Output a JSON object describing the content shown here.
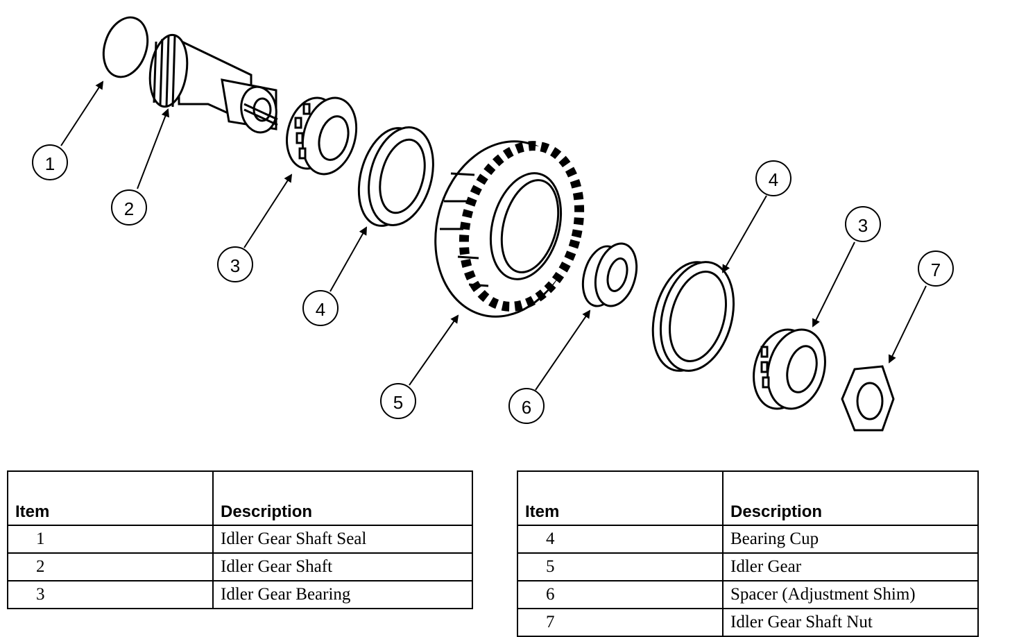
{
  "callouts": [
    {
      "id": "1",
      "label": "1"
    },
    {
      "id": "2",
      "label": "2"
    },
    {
      "id": "3a",
      "label": "3"
    },
    {
      "id": "4a",
      "label": "4"
    },
    {
      "id": "5",
      "label": "5"
    },
    {
      "id": "6",
      "label": "6"
    },
    {
      "id": "4b",
      "label": "4"
    },
    {
      "id": "3b",
      "label": "3"
    },
    {
      "id": "7",
      "label": "7"
    }
  ],
  "table_left": {
    "header_item": "Item",
    "header_desc": "Description",
    "rows": [
      {
        "item": "1",
        "desc": "Idler Gear Shaft Seal"
      },
      {
        "item": "2",
        "desc": "Idler Gear Shaft"
      },
      {
        "item": "3",
        "desc": "Idler Gear Bearing"
      }
    ]
  },
  "table_right": {
    "header_item": "Item",
    "header_desc": "Description",
    "rows": [
      {
        "item": "4",
        "desc": "Bearing Cup"
      },
      {
        "item": "5",
        "desc": "Idler Gear"
      },
      {
        "item": "6",
        "desc": "Spacer (Adjustment Shim)"
      },
      {
        "item": "7",
        "desc": "Idler Gear Shaft Nut"
      }
    ]
  }
}
